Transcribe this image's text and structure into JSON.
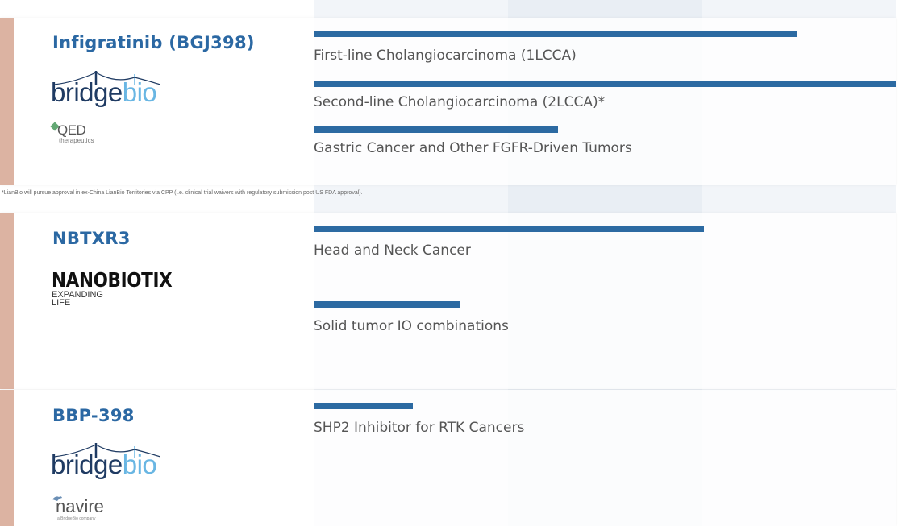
{
  "footnote": "*LianBio will pursue approval in ex-China LianBio Territories via CPP (i.e. clinical trial waivers with regulatory submission post US FDA approval).",
  "programs": [
    {
      "drug": "Infigratinib (BGJ398)",
      "partner_logo": {
        "part1": "bridge",
        "part2": "bio"
      },
      "sub_logo": {
        "name": "QED",
        "tagline": "therapeutics"
      },
      "indications": [
        {
          "label": "First-line Cholangiocarcinoma (1LCCA)",
          "progress": 0.83
        },
        {
          "label": "Second-line Cholangiocarcinoma (2LCCA)*",
          "progress": 1.0
        },
        {
          "label": "Gastric Cancer and Other FGFR-Driven Tumors",
          "progress": 0.42
        }
      ]
    },
    {
      "drug": "NBTXR3",
      "partner_logo": {
        "name": "NANOBIOTIX",
        "tagline_1": "EXPANDING",
        "tagline_2": "LIFE"
      },
      "indications": [
        {
          "label": "Head and Neck Cancer",
          "progress": 0.67
        },
        {
          "label": "Solid tumor IO combinations",
          "progress": 0.25
        }
      ]
    },
    {
      "drug": "BBP-398",
      "partner_logo": {
        "part1": "bridge",
        "part2": "bio"
      },
      "sub_logo": {
        "name": "navire",
        "tagline": "a BridgeBio company"
      },
      "indications": [
        {
          "label": "SHP2 Inhibitor for RTK Cancers",
          "progress": 0.17
        }
      ]
    }
  ],
  "colors": {
    "bar": "#2c6aa2",
    "drug_title": "#2b68a3",
    "accent_stripe": "#dcb3a2",
    "phase_column_light": "#f2f5f9",
    "phase_column_mid": "#e9eef4"
  }
}
